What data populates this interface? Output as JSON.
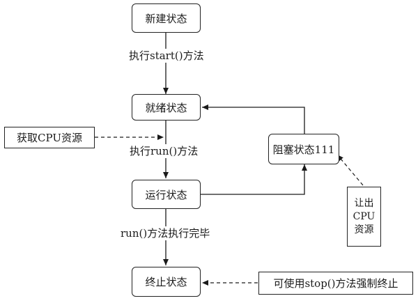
{
  "states": {
    "new": "新建状态",
    "ready": "就绪状态",
    "running": "运行状态",
    "blocked": "阻塞状态111",
    "terminated": "终止状态"
  },
  "transitions": {
    "start": "执行start()方法",
    "run": "执行run()方法",
    "run_done": "run()方法执行完毕"
  },
  "notes": {
    "get_cpu": "获取CPU资源",
    "yield_cpu": [
      "让出",
      "CPU",
      "资源"
    ],
    "stop": "可使用stop()方法强制终止"
  }
}
